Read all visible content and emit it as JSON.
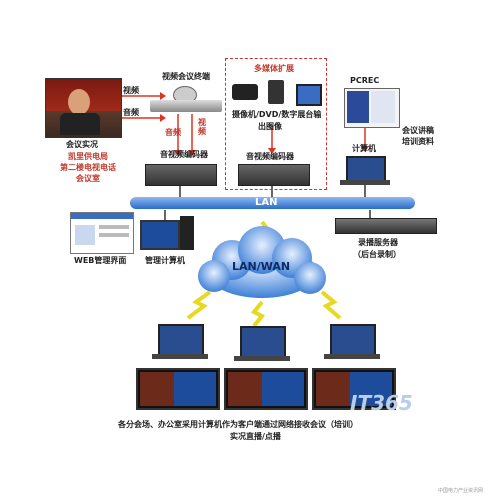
{
  "labels": {
    "conference_scene": "会议实况",
    "conference_room_1": "凯里供电局",
    "conference_room_2": "第二楼电视电话",
    "conference_room_3": "会议室",
    "video_label": "视频",
    "audio_label": "音频",
    "video_terminal": "视频会议终端",
    "encoder_1": "音视频编码器",
    "encoder_2": "音视频编码器",
    "audio_out": "音频",
    "video_out": "视频",
    "multimedia_title": "多媒体扩展",
    "multimedia_devices_1": "摄像机/DVD/数字展台输",
    "multimedia_devices_2": "出图像",
    "pcrec": "PCREC",
    "training_material_1": "会议讲稿",
    "training_material_2": "培训资料",
    "computer": "计算机",
    "lan": "LAN",
    "web_ui": "WEB管理界面",
    "mgmt_computer": "管理计算机",
    "record_server": "录播服务器",
    "record_server_sub": "（后台录制）",
    "lan_wan": "LAN/WAN",
    "footer_1": "各分会场、办公室采用计算机作为客户端通过网络接收会议（培训）",
    "footer_2": "实况直播/点播",
    "watermark_brand": "IT365",
    "watermark_corner": "中国电力产业资讯网"
  }
}
